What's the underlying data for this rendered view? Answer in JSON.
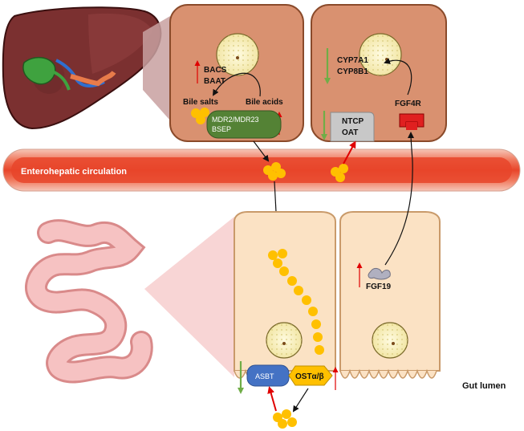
{
  "labels": {
    "bacs": "BACS",
    "baat": "BAAT",
    "bile_salts": "Bile salts",
    "bile_acids": "Bile acids",
    "mdr": "MDR2/MDR23",
    "bsep": "BSEP",
    "cyp7a1": "CYP7A1",
    "cyp8b1": "CYP8B1",
    "ntcp": "NTCP",
    "oat": "OAT",
    "fgf4r": "FGF4R",
    "circulation": "Enterohepatic circulation",
    "fgf19": "FGF19",
    "asbt": "ASBT",
    "ost": "OSTα/β",
    "gut_lumen": "Gut lumen"
  },
  "colors": {
    "hepatocyte": "#d99170",
    "enterocyte": "#fbe2c4",
    "vessel": "#e8452a",
    "bile_acid": "#ffc000",
    "mdr_transporter": "#548235",
    "asbt_transporter": "#4472c4",
    "ntcp_transporter": "#c8c8c8",
    "fgf4r_receptor": "#e02020",
    "up_arrow": "#e00000",
    "down_arrow": "#70ad47"
  }
}
